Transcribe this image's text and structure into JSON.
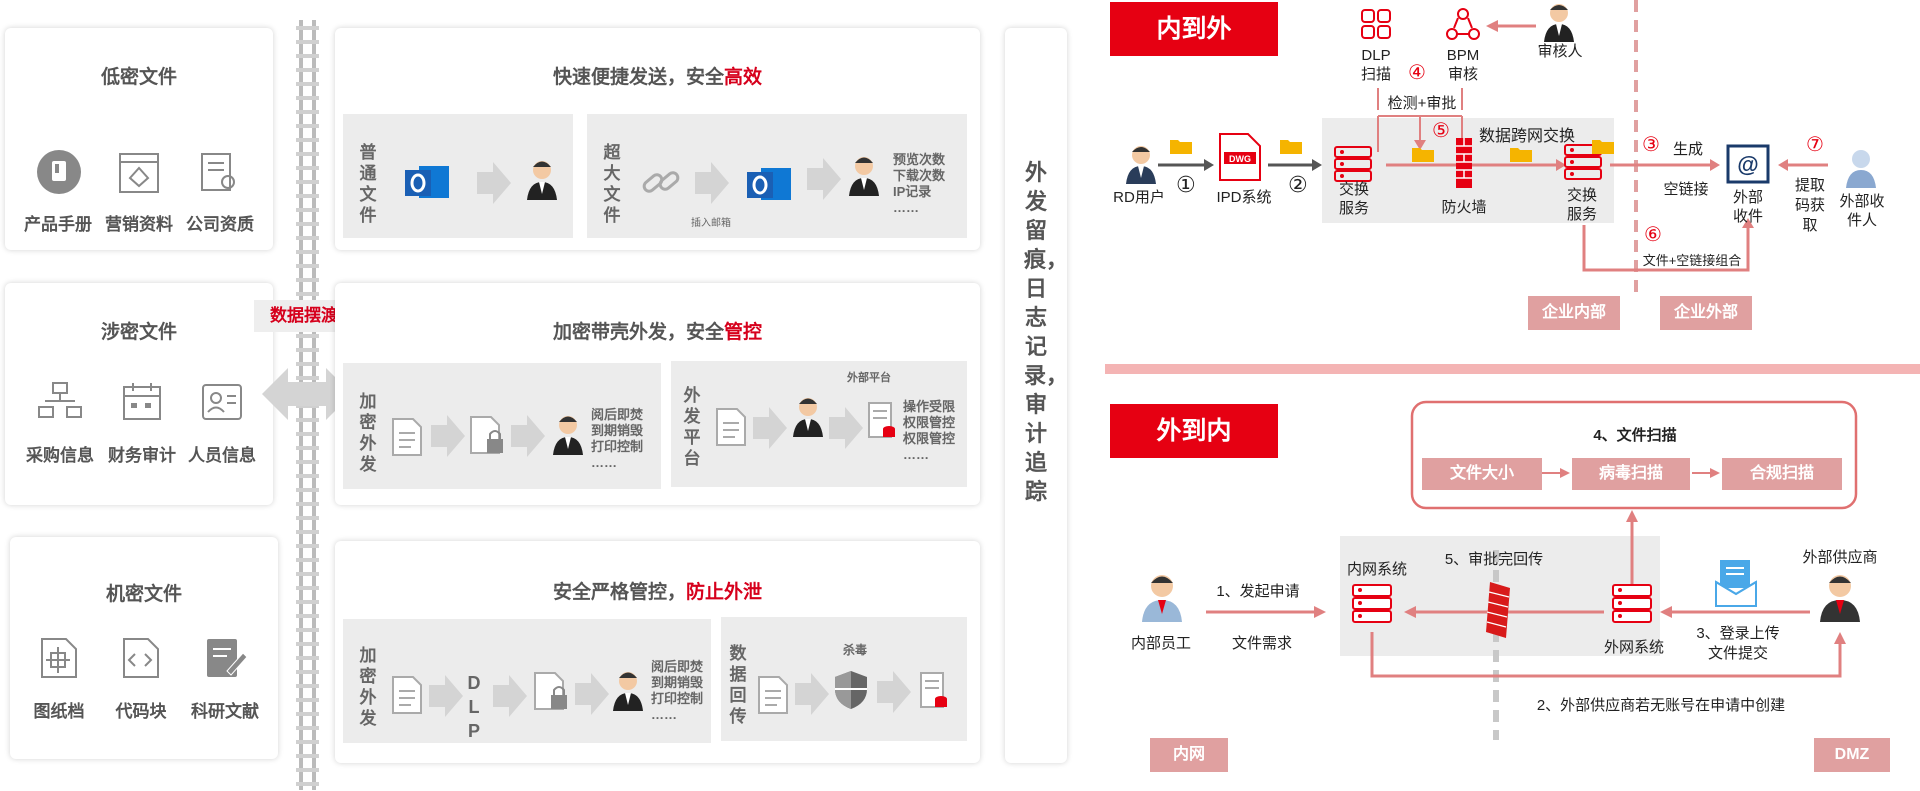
{
  "left": {
    "categories": [
      {
        "title": "低密文件",
        "items": [
          "产品手册",
          "营销资料",
          "公司资质"
        ]
      },
      {
        "title": "涉密文件",
        "items": [
          "采购信息",
          "财务审计",
          "人员信息"
        ]
      },
      {
        "title": "机密文件",
        "items": [
          "图纸档",
          "代码块",
          "科研文献"
        ]
      }
    ],
    "ferry": "数据摆渡",
    "audit": "外发留痕，日志记录，审计追踪",
    "panel1": {
      "title_plain": "快速便捷发送，安全",
      "title_red": "高效",
      "box1_label": "普通文件",
      "box2_label": "超大文件",
      "insert_mail": "插入邮箱",
      "box2_notes": [
        "预览次数",
        "下载次数",
        "IP记录",
        "……"
      ]
    },
    "panel2": {
      "title_plain": "加密带壳外发，安全",
      "title_red": "管控",
      "box1_label": "加密外发",
      "box1_notes": [
        "阅后即焚",
        "到期销毁",
        "打印控制",
        "……"
      ],
      "box2_label": "外发平台",
      "platform": "外部平台",
      "box2_notes": [
        "操作受限",
        "权限管控",
        "权限管控",
        "……"
      ]
    },
    "panel3": {
      "title_plain": "安全严格管控，",
      "title_red": "防止外泄",
      "box1_label": "加密外发",
      "dlp": "DLP",
      "box1_notes": [
        "阅后即焚",
        "到期销毁",
        "打印控制",
        "……"
      ],
      "box2_label": "数据回传",
      "antivirus": "杀毒"
    }
  },
  "top": {
    "tag": "内到外",
    "dlp": "DLP扫描",
    "bpm": "BPM审核",
    "reviewer": "审核人",
    "detect": "检测+审批",
    "exchange": "数据跨网交换",
    "rd_user": "RD用户",
    "ipd": "IPD系统",
    "dwg": "DWG",
    "ex_service1": "交换服务",
    "firewall": "防火墙",
    "ex_service2": "交换服务",
    "gen": "生成",
    "empty_link": "空链接",
    "ext_recv": "外部收件",
    "fetch": "提取码获取",
    "ext_person": "外部收件人",
    "combo": "文件+空链接组合",
    "inner": "企业内部",
    "outer": "企业外部",
    "nums": [
      "①",
      "②",
      "③",
      "④",
      "⑤",
      "⑥",
      "⑦"
    ]
  },
  "bottom": {
    "tag": "外到内",
    "scan_title": "4、文件扫描",
    "scan_steps": [
      "文件大小",
      "病毒扫描",
      "合规扫描"
    ],
    "intranet_sys": "内网系统",
    "approve_back": "5、审批完回传",
    "extranet_sys": "外网系统",
    "staff": "内部员工",
    "apply": "1、发起申请",
    "need": "文件需求",
    "supplier": "外部供应商",
    "login": "3、登录上传文件提交",
    "create": "2、外部供应商若无账号在申请中创建",
    "intranet": "内网",
    "dmz": "DMZ"
  }
}
